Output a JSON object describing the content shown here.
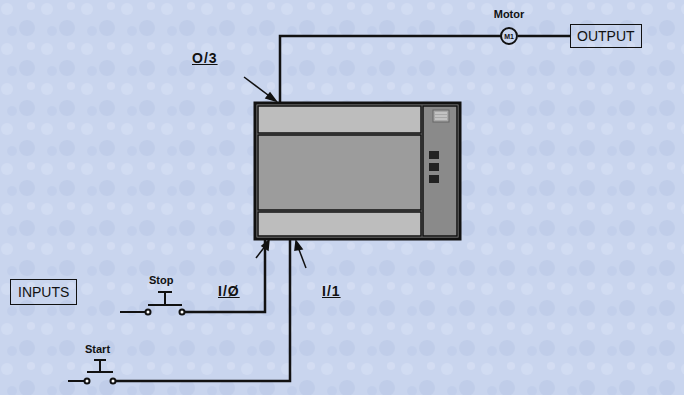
{
  "diagram": {
    "nodes": [
      {
        "text": [
          "Motor",
          "M1"
        ]
      },
      {
        "text": [
          "OUTPUT"
        ]
      },
      {
        "text": [
          "INPUTS"
        ]
      }
    ],
    "edges": [
      {
        "from": 0,
        "to": 1,
        "arrow": "none"
      }
    ],
    "labels": [
      "O/3",
      "I/Ø",
      "I/1",
      "Stop",
      "Start"
    ]
  }
}
